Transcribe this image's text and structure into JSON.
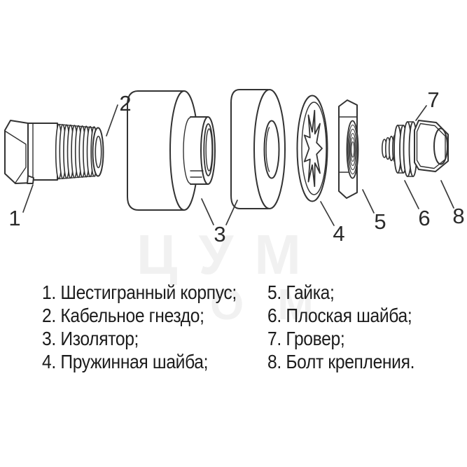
{
  "diagram": {
    "part_labels": [
      "1",
      "2",
      "3",
      "4",
      "5",
      "6",
      "7",
      "8"
    ]
  },
  "legend": {
    "left_column": [
      "1. Шестигранный корпус;",
      "2. Кабельное гнездо;",
      "3. Изолятор;",
      "4. Пружинная шайба;"
    ],
    "right_column": [
      "5. Гайка;",
      "6. Плоская шайба;",
      "7. Гровер;",
      "8. Болт крепления."
    ]
  },
  "watermark": {
    "row1": "ЦУМ",
    "row2": "ОМ"
  },
  "colors": {
    "ink": "#333333",
    "leader": "#3b3b3b",
    "part_label": "#2b2b2b",
    "legend_text": "#1c1c1c",
    "background": "#ffffff"
  }
}
